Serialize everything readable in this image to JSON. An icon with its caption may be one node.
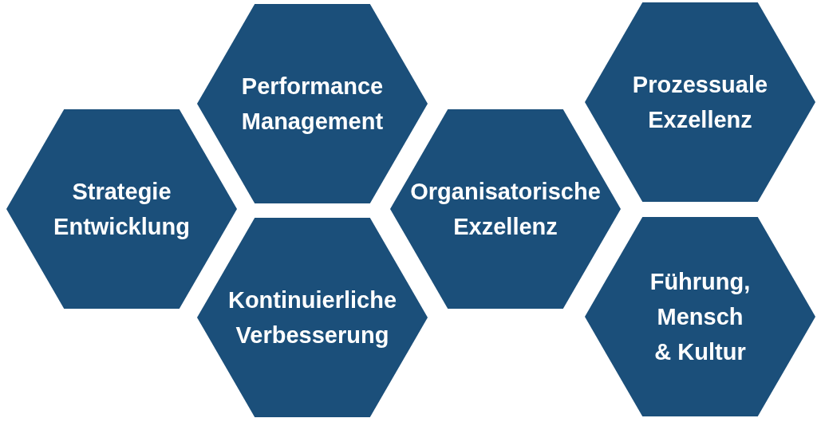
{
  "diagram": {
    "nodes": [
      {
        "text": [
          "Strategie Entwicklung"
        ]
      },
      {
        "text": [
          "Performance Management"
        ]
      },
      {
        "text": [
          "Kontinuierliche Verbesserung"
        ]
      },
      {
        "text": [
          "Organisatorische Exzellenz"
        ]
      },
      {
        "text": [
          "Prozessuale Exzellenz"
        ]
      },
      {
        "text": [
          "Führung, Mensch & Kultur"
        ]
      }
    ]
  }
}
